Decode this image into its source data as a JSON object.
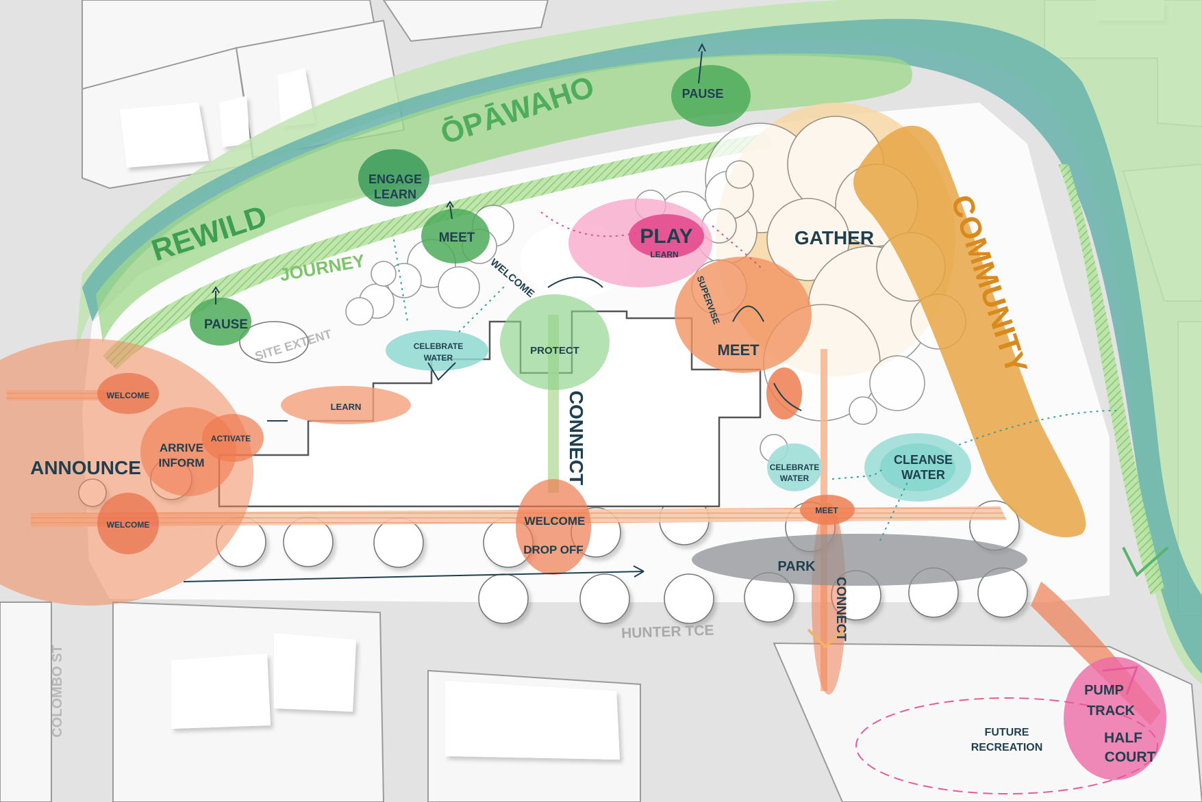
{
  "streets": {
    "colombo": "COLOMBO ST",
    "hunter": "HUNTER TCE"
  },
  "river": {
    "name": "ŌPĀWAHO"
  },
  "zones": {
    "rewild": "REWILD",
    "community": "COMMUNITY",
    "journey": "JOURNEY",
    "connect_center": "CONNECT",
    "connect_right": "CONNECT",
    "site_extent": "SITE EXTENT"
  },
  "nodes": {
    "pause_top": "PAUSE",
    "pause_left": "PAUSE",
    "engage": "ENGAGE",
    "learn_engage": "LEARN",
    "meet_green": "MEET",
    "welcome_diag": "WELCOME",
    "play": "PLAY",
    "play_learn": "LEARN",
    "gather": "GATHER",
    "supervise": "SUPERVISE",
    "meet_orange": "MEET",
    "protect": "PROTECT",
    "celebrate_water_left_1": "CELEBRATE",
    "celebrate_water_left_2": "WATER",
    "learn_orange": "LEARN",
    "welcome_top_left": "WELCOME",
    "welcome_bottom_left": "WELCOME",
    "announce": "ANNOUNCE",
    "arrive": "ARRIVE",
    "inform": "INFORM",
    "activate": "ACTIVATE",
    "welcome_center": "WELCOME",
    "drop_off": "DROP OFF",
    "park": "PARK",
    "meet_small": "MEET",
    "celebrate_water_right_1": "CELEBRATE",
    "celebrate_water_right_2": "WATER",
    "cleanse": "CLEANSE",
    "water_cleanse": "WATER",
    "pump": "PUMP",
    "track": "TRACK",
    "half": "HALF",
    "court": "COURT",
    "future": "FUTURE",
    "recreation": "RECREATION"
  },
  "colors": {
    "road": "#d3d3d3",
    "teal_river": "#5aa9a2",
    "green_band": "#8fd07a",
    "pink": "#e55a9a",
    "orange": "#f08a5d",
    "community": "#e0a23a",
    "gather": "#f7d7a6",
    "water": "#9fded8",
    "text_dark": "#1f3f4f"
  }
}
